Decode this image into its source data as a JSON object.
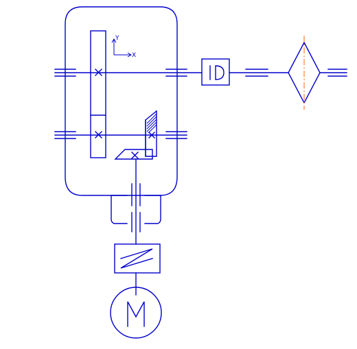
{
  "diagram": {
    "coordinate_axes": {
      "y_label": "Y",
      "x_label": "X"
    },
    "motor": {
      "label": "M"
    },
    "colors": {
      "line": "#0000cc",
      "centerline": "#ff6600",
      "background": "#ffffff"
    }
  }
}
